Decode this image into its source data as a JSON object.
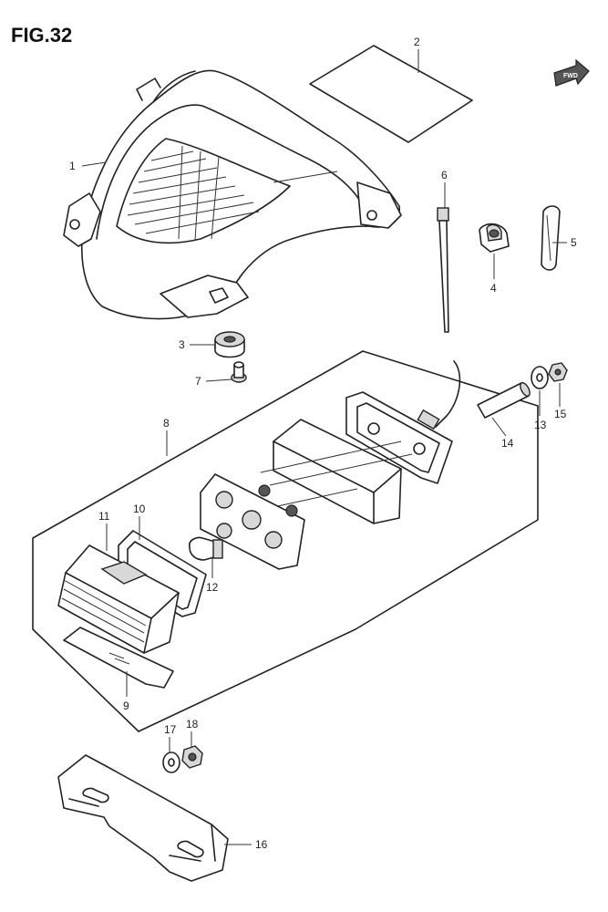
{
  "figure": {
    "title": "FIG.32",
    "direction_badge": "FWD"
  },
  "callouts": [
    {
      "id": "c1",
      "label": "1"
    },
    {
      "id": "c2",
      "label": "2"
    },
    {
      "id": "c3",
      "label": "3"
    },
    {
      "id": "c4",
      "label": "4"
    },
    {
      "id": "c5",
      "label": "5"
    },
    {
      "id": "c6",
      "label": "6"
    },
    {
      "id": "c7",
      "label": "7"
    },
    {
      "id": "c8",
      "label": "8"
    },
    {
      "id": "c9",
      "label": "9"
    },
    {
      "id": "c10",
      "label": "10"
    },
    {
      "id": "c11",
      "label": "11"
    },
    {
      "id": "c12",
      "label": "12"
    },
    {
      "id": "c13",
      "label": "13"
    },
    {
      "id": "c14",
      "label": "14"
    },
    {
      "id": "c15",
      "label": "15"
    },
    {
      "id": "c16",
      "label": "16"
    },
    {
      "id": "c17",
      "label": "17"
    },
    {
      "id": "c18",
      "label": "18"
    }
  ]
}
